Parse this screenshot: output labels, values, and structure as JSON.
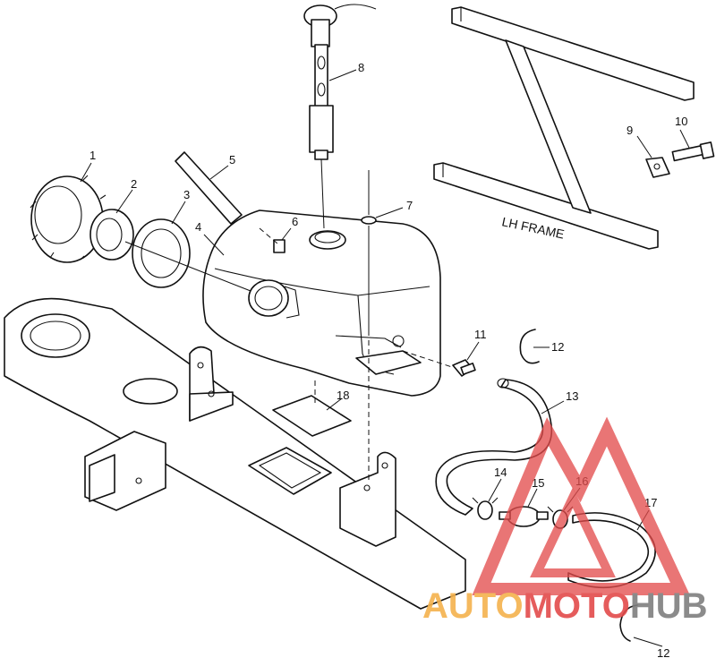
{
  "diagram": {
    "frame_label": "LH FRAME",
    "callouts": [
      "1",
      "2",
      "3",
      "4",
      "5",
      "6",
      "7",
      "8",
      "9",
      "10",
      "11",
      "12",
      "13",
      "14",
      "15",
      "16",
      "17",
      "18"
    ],
    "callout_12_second": "12"
  },
  "watermark": {
    "part1": "AUTO",
    "part2": "MOTO",
    "part3": "HUB",
    "colors": {
      "orange": "#f5b24d",
      "red": "#e34b4b",
      "gray": "#7f7f7f"
    }
  }
}
